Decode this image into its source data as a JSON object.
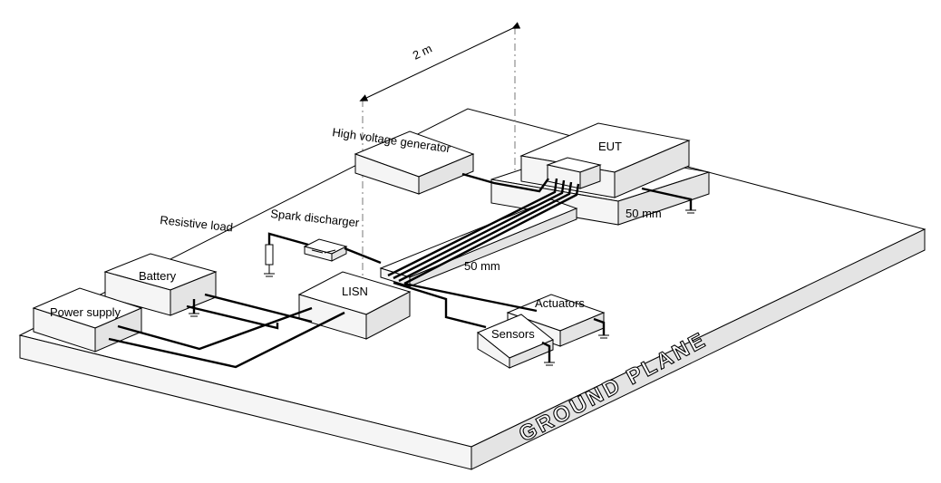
{
  "labels": {
    "distance": "2 m",
    "high_voltage_generator": "High voltage generator",
    "eut": "EUT",
    "spark_discharger": "Spark discharger",
    "resistive_load": "Resistive load",
    "battery": "Battery",
    "power_supply": "Power supply",
    "lisn": "LISN",
    "actuators": "Actuators",
    "sensors": "Sensors",
    "height_eut": "50 mm",
    "height_harness": "50 mm",
    "ground_plane": "GROUND PLANE"
  }
}
